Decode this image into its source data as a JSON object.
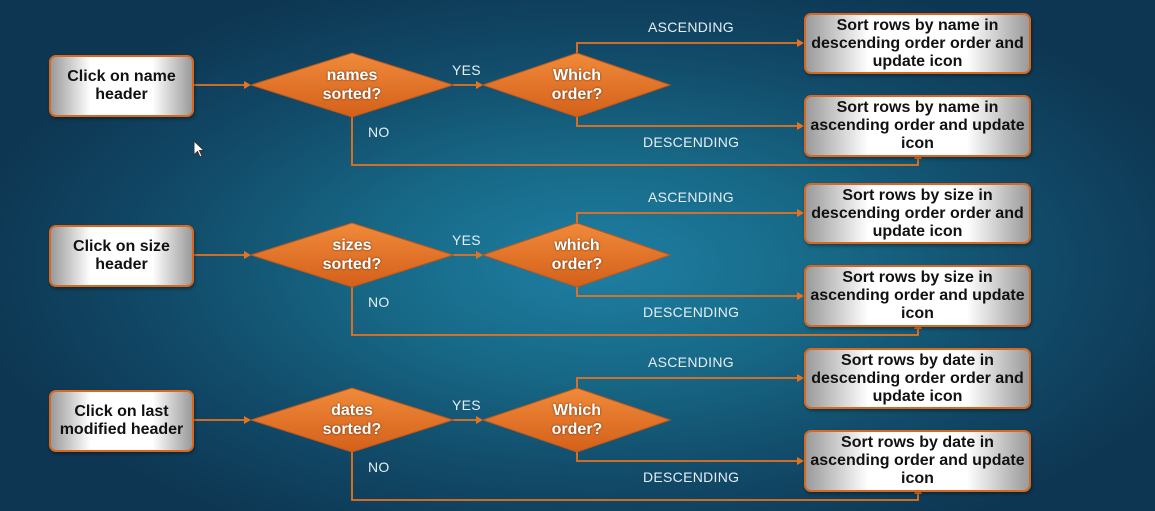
{
  "edge_labels": {
    "yes": "YES",
    "no": "NO",
    "ascending": "ASCENDING",
    "descending": "DESCENDING"
  },
  "flows": [
    {
      "start": "Click on name header",
      "decision1": [
        "names",
        "sorted?"
      ],
      "decision2": [
        "Which",
        "order?"
      ],
      "result_asc": "Sort rows by name in descending order order and update icon",
      "result_desc": "Sort rows by name in ascending order and update icon"
    },
    {
      "start": "Click on size header",
      "decision1": [
        "sizes",
        "sorted?"
      ],
      "decision2": [
        "which",
        "order?"
      ],
      "result_asc": "Sort rows by size in descending order order and update icon",
      "result_desc": "Sort rows by size in ascending order and update icon"
    },
    {
      "start": "Click on last modified header",
      "decision1": [
        "dates",
        "sorted?"
      ],
      "decision2": [
        "Which",
        "order?"
      ],
      "result_asc": "Sort rows by date in descending order order and update icon",
      "result_desc": "Sort rows by date in ascending order and update icon"
    }
  ],
  "colors": {
    "accent": "#e8731f",
    "line": "#e8731f",
    "box_edge": "#d9671e"
  },
  "icons": [
    "mouse-pointer-icon"
  ]
}
